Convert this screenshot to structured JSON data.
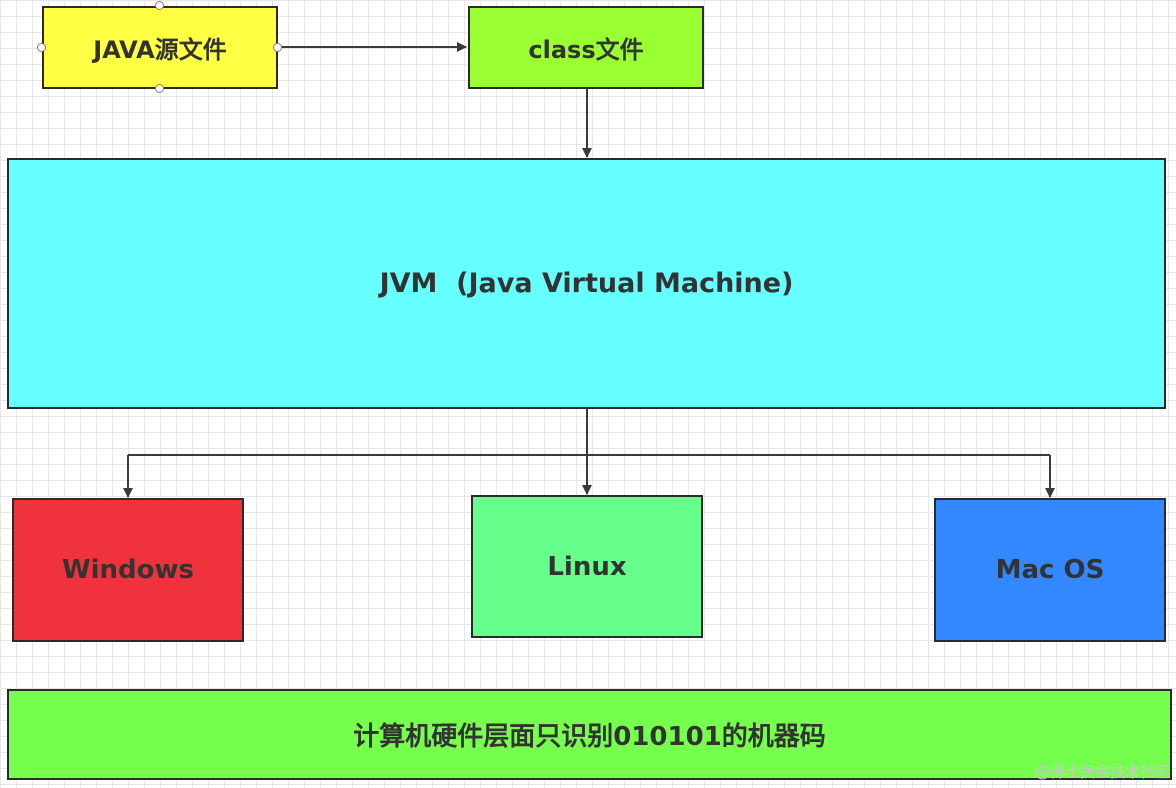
{
  "diagram": {
    "nodes": {
      "java_source": {
        "label": "JAVA源文件",
        "fill": "#ffff44"
      },
      "class_file": {
        "label": "class文件",
        "fill": "#99ff33"
      },
      "jvm": {
        "label": "JVM  (Java Virtual Machine)",
        "fill": "#66ffff"
      },
      "windows": {
        "label": "Windows",
        "fill": "#f0323c"
      },
      "linux": {
        "label": "Linux",
        "fill": "#66ff8c"
      },
      "macos": {
        "label": "Mac OS",
        "fill": "#3388ff"
      },
      "hardware": {
        "label": "计算机硬件层面只识别010101的机器码",
        "fill": "#77ff4d"
      }
    },
    "edges": [
      {
        "from": "java_source",
        "to": "class_file"
      },
      {
        "from": "class_file",
        "to": "jvm"
      },
      {
        "from": "jvm",
        "to": "windows"
      },
      {
        "from": "jvm",
        "to": "linux"
      },
      {
        "from": "jvm",
        "to": "macos"
      }
    ],
    "line_color": "#3a3a3a",
    "selection_handle_color": "#c0636e"
  },
  "watermark": {
    "text": "@稀土掘金技术社区",
    "color": "#c8c8c8"
  }
}
